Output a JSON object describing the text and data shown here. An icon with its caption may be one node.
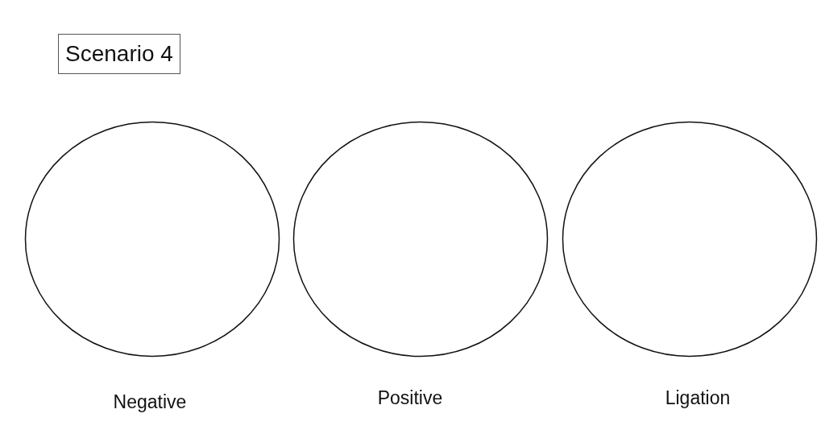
{
  "diagram": {
    "title": "Scenario 4",
    "nodes": [
      {
        "text": [],
        "shape": "circle",
        "beside": [
          "Negative"
        ]
      },
      {
        "text": [],
        "shape": "circle",
        "beside": [
          "Positive"
        ]
      },
      {
        "text": [],
        "shape": "circle",
        "beside": [
          "Ligation"
        ]
      }
    ]
  }
}
